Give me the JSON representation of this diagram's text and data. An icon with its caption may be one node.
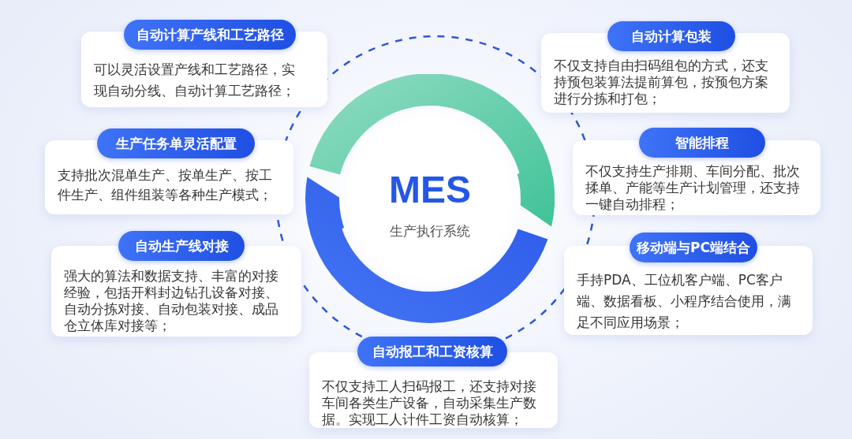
{
  "diagram": {
    "nodes": [
      {
        "text": [
          "MES",
          "生产执行系统"
        ]
      },
      {
        "text": [
          "自动计算产线和工艺路径",
          "可以灵活设置产线和工艺路径，实现自动分线、自动计算工艺路径；"
        ]
      },
      {
        "text": [
          "自动计算包装",
          "不仅支持自由扫码组包的方式，还支持预包装算法提前算包，按预包方案进行分拣和打包；"
        ]
      },
      {
        "text": [
          "生产任务单灵活配置",
          "支持批次混单生产、按单生产、按工件生产、组件组装等各种生产模式；"
        ]
      },
      {
        "text": [
          "智能排程",
          "不仅支持生产排期、车间分配、批次揉单、产能等生产计划管理，还支持一键自动排程；"
        ]
      },
      {
        "text": [
          "自动生产线对接",
          "强大的算法和数据支持、丰富的对接经验，包括开料封边钻孔设备对接、自动分拣对接、自动包装对接、成品仓立体库对接等；"
        ]
      },
      {
        "text": [
          "移动端与PC端结合",
          "手持PDA、工位机客户端、PC客户端、数据看板、小程序结合使用，满足不同应用场景；"
        ]
      },
      {
        "text": [
          "自动报工和工资核算",
          "不仅支持工人扫码报工，还支持对接车间各类生产设备，自动采集生产数据。实现工人计件工资自动核算；"
        ]
      }
    ]
  }
}
